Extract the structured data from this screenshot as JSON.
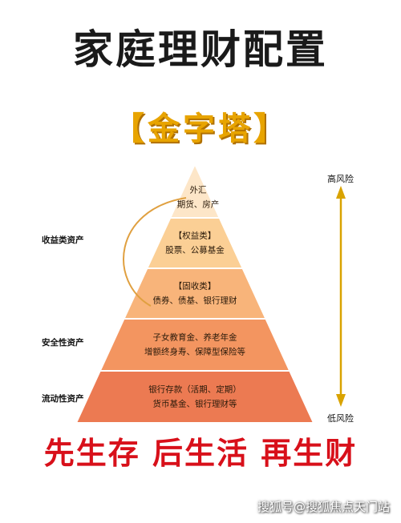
{
  "title": "家庭理财配置",
  "subtitle": "【金字塔】",
  "tiers": [
    {
      "line1": "外汇",
      "line2": "期货、房产",
      "color": "#fde6c8"
    },
    {
      "line1": "【权益类】",
      "line2": "股票、公募基金",
      "color": "#fbcf95"
    },
    {
      "line1": "【固收类】",
      "line2": "债券、债基、银行理财",
      "color": "#f8b47a"
    },
    {
      "line1": "子女教育金、养老年金",
      "line2": "增额终身寿、保障型保险等",
      "color": "#f39560"
    },
    {
      "line1": "银行存款（活期、定期）",
      "line2": "货币基金、银行理财等",
      "color": "#ec7a52"
    }
  ],
  "side_labels": {
    "income": "收益类资产",
    "safety": "安全性资产",
    "liquidity": "流动性资产"
  },
  "risk": {
    "high": "高风险",
    "low": "低风险",
    "arrow_color": "#d9a300"
  },
  "bracket_color": "#e0a040",
  "slogan": "先生存  后生活  再生财",
  "watermark": "搜狐号@搜狐焦点天门站"
}
